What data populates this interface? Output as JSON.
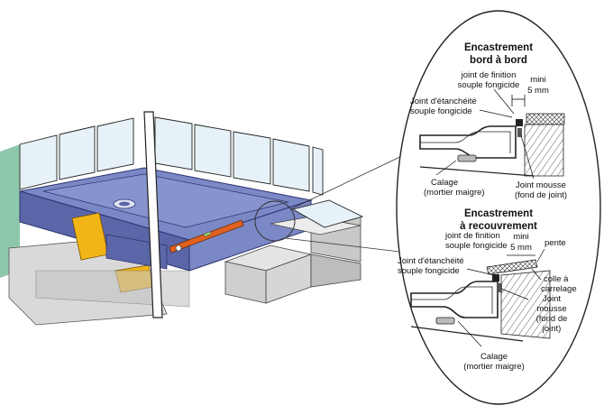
{
  "callout_top": {
    "title_line1": "Encastrement",
    "title_line2": "bord à bord",
    "finish_joint_line1": "joint de finition",
    "finish_joint_line2": "souple fongicide",
    "min_line1": "mini",
    "min_line2": "5 mm",
    "seal_joint_line1": "Joint d'étanchéité",
    "seal_joint_line2": "souple fongicide",
    "wedge_line1": "Calage",
    "wedge_line2": "(mortier maigre)",
    "foam_line1": "Joint mousse",
    "foam_line2": "(fond de joint)"
  },
  "callout_bottom": {
    "title_line1": "Encastrement",
    "title_line2": "à recouvrement",
    "finish_joint_line1": "joint de finition",
    "finish_joint_line2": "souple fongicide",
    "min_line1": "mini",
    "min_line2": "5 mm",
    "slope": "pente",
    "seal_joint_line1": "Joint d'étanchéité",
    "seal_joint_line2": "souple fongicide",
    "tile_glue_line1": "colle à",
    "tile_glue_line2": "carrelage",
    "foam_line1": "Joint",
    "foam_line2": "mousse",
    "foam_line3": "(fond de",
    "foam_line4": "joint)",
    "wedge_line1": "Calage",
    "wedge_line2": "(mortier maigre)"
  },
  "colors": {
    "tray_blue": "#7b88c6",
    "tray_dark": "#5a66a8",
    "wall_green": "#8fc7ad",
    "tile_glass": "#e6f2f7",
    "level_orange": "#e0611f",
    "support_yellow": "#f2b517",
    "step_grey": "#d6d6d6"
  }
}
